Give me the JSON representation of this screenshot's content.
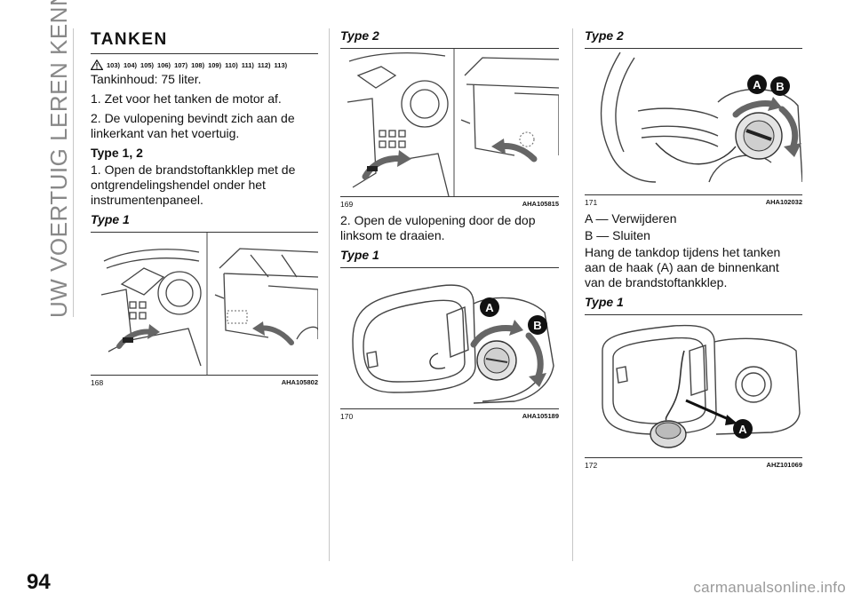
{
  "sidebar": {
    "chapter_title": "UW VOERTUIG LEREN KENNEN"
  },
  "page_number": "94",
  "watermark": "carmanualsonline.info",
  "col1": {
    "section_title": "TANKEN",
    "footnote_refs": [
      "103)",
      "104)",
      "105)",
      "106)",
      "107)",
      "108)",
      "109)",
      "110)",
      "111)",
      "112)",
      "113)"
    ],
    "capacity": "Tankinhoud: 75 liter.",
    "step1": "1. Zet voor het tanken de motor af.",
    "step2": "2. De vulopening bevindt zich aan de linkerkant van het voertuig.",
    "type12_heading": "Type 1, 2",
    "type12_step1": "1. Open de brandstoftankklep met de ontgrendelingshendel onder het instrumentenpaneel.",
    "type1_heading": "Type 1",
    "fig168": {
      "number": "168",
      "code": "AHA105802"
    }
  },
  "col2": {
    "type2_heading": "Type 2",
    "fig169": {
      "number": "169",
      "code": "AHA105815"
    },
    "step2": "2. Open de vulopening door de dop linksom te draaien.",
    "type1_heading": "Type 1",
    "fig170": {
      "number": "170",
      "code": "AHA105189",
      "label_a": "A",
      "label_b": "B"
    }
  },
  "col3": {
    "type2_heading": "Type 2",
    "fig171": {
      "number": "171",
      "code": "AHA102032",
      "label_a": "A",
      "label_b": "B"
    },
    "legend_a": "A — Verwijderen",
    "legend_b": "B — Sluiten",
    "instruction": "Hang de tankdop tijdens het tanken aan de haak (A) aan de binnenkant van de brandstoftankklep.",
    "type1_heading": "Type 1",
    "fig172": {
      "number": "172",
      "code": "AHZ101069",
      "label_a": "A"
    }
  },
  "colors": {
    "marker": "#111111",
    "arrow": "#555555",
    "rule": "#c7c7c7"
  },
  "icons": {
    "warning": "warning-triangle-icon"
  }
}
